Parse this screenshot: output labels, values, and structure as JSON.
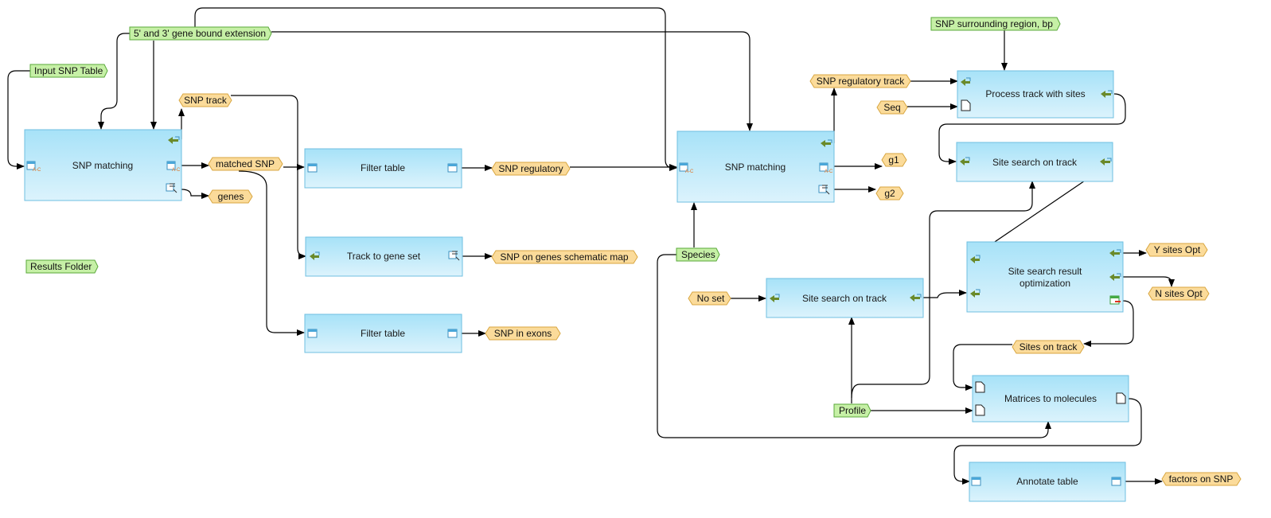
{
  "colors": {
    "process_top": "#a7e2f8",
    "process_bottom": "#dcf3fc",
    "process_border": "#6fbfe0",
    "input_fill": "#c6f0a6",
    "input_border": "#5aa83a",
    "output_fill": "#fbdb9a",
    "output_border": "#d8a640",
    "edge": "#000000"
  },
  "processes": {
    "snp_matching_1": "SNP matching",
    "filter_table_1": "Filter table",
    "track_to_gene_set": "Track to gene set",
    "filter_table_2": "Filter table",
    "snp_matching_2": "SNP matching",
    "process_track_with_sites": "Process track with sites",
    "site_search_on_track_1": "Site search on track",
    "site_search_on_track_2": "Site search on track",
    "site_search_result_optimization": [
      "Site search result",
      "optimization"
    ],
    "matrices_to_molecules": "Matrices to molecules",
    "annotate_table": "Annotate table"
  },
  "inputs": {
    "input_snp_table": "Input SNP Table",
    "gene_bound_extension": "5' and 3' gene bound extension",
    "results_folder": "Results Folder",
    "snp_surrounding_region": "SNP surrounding region, bp",
    "species": "Species",
    "profile": "Profile"
  },
  "outputs": {
    "snp_track": "SNP track",
    "matched_snp": "matched SNP",
    "genes": "genes",
    "snp_regulatory": "SNP regulatory",
    "snp_on_genes_schematic_map": "SNP on genes schematic map",
    "snp_in_exons": "SNP in exons",
    "snp_regulatory_track": "SNP regulatory track",
    "seq": "Seq",
    "g1": "g1",
    "g2": "g2",
    "no_set": "No set",
    "y_sites_opt": "Y sites Opt",
    "n_sites_opt": "N sites Opt",
    "sites_on_track": "Sites on track",
    "factors_on_snp": "factors on SNP"
  }
}
